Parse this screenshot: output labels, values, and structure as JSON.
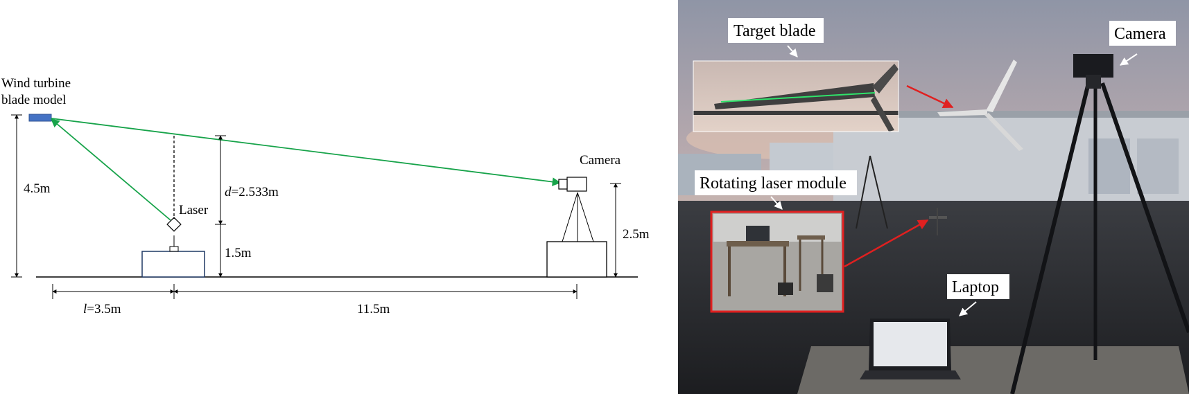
{
  "diagram": {
    "labels": {
      "blade_line1": "Wind turbine",
      "blade_line2": "blade model",
      "height_blade": "4.5m",
      "laser": "Laser",
      "d_var": "d",
      "d_val": "=2.533m",
      "laser_height": "1.5m",
      "camera": "Camera",
      "camera_height": "2.5m",
      "l_var": "l",
      "l_val": "=3.5m",
      "distance_right": "11.5m"
    },
    "colors": {
      "laser_beam": "#17a34a",
      "blade": "#4472c4",
      "line": "#000000"
    }
  },
  "photo": {
    "callouts": {
      "target_blade": "Target blade",
      "camera": "Camera",
      "rotating_laser_module": "Rotating laser module",
      "laptop": "Laptop"
    },
    "colors": {
      "pointer_arrow": "#e02020",
      "inset_border": "#e02020"
    }
  }
}
